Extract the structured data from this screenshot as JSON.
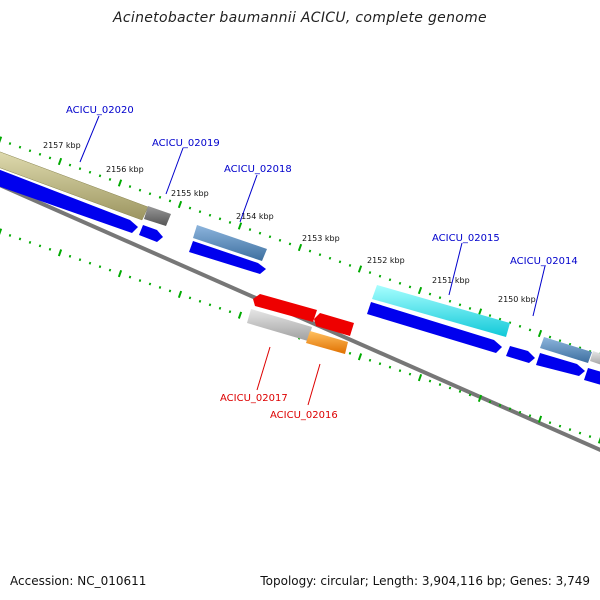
{
  "title": "Acinetobacter baumannii ACICU, complete genome",
  "footer": {
    "accession": "Accession: NC_010611",
    "topology": "Topology: circular; Length: 3,904,116 bp; Genes: 3,749"
  },
  "map": {
    "scale_labels": [
      "2157 kbp",
      "2156 kbp",
      "2155 kbp",
      "2154 kbp",
      "2153 kbp",
      "2152 kbp",
      "2151 kbp",
      "2150 kbp"
    ],
    "forward_genes": [
      "ACICU_02020",
      "ACICU_02019",
      "ACICU_02018",
      "ACICU_02015",
      "ACICU_02014"
    ],
    "reverse_genes": [
      "ACICU_02017",
      "ACICU_02016"
    ],
    "colors": {
      "forward_label": "#0000cc",
      "reverse_label": "#dd0000",
      "cds_blue": "#0000ee",
      "tick_green": "#00aa00",
      "backbone": "#777777",
      "olive": "#b5b07a",
      "steelblue": "#5a8ec0",
      "cyan": "#33e6ee",
      "red": "#ee0000",
      "orange": "#ff8800",
      "grey": "#bbbbbb"
    }
  }
}
